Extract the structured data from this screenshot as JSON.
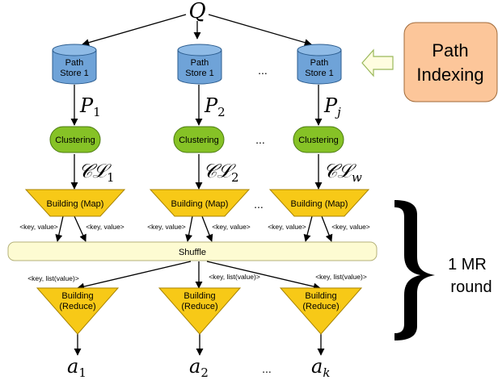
{
  "query": "Q",
  "stores": [
    {
      "line1": "Path",
      "line2": "Store 1",
      "output": "P",
      "sub": "1"
    },
    {
      "line1": "Path",
      "line2": "Store 1",
      "output": "P",
      "sub": "2"
    },
    {
      "line1": "Path",
      "line2": "Store 1",
      "output": "P",
      "sub": "j"
    }
  ],
  "path_indexing": {
    "line1": "Path",
    "line2": "Indexing"
  },
  "clustering_label": "Clustering",
  "clusters": [
    {
      "symbol": "𝒞ℒ",
      "sub": "1"
    },
    {
      "symbol": "𝒞ℒ",
      "sub": "2"
    },
    {
      "symbol": "𝒞ℒ",
      "sub": "w"
    }
  ],
  "map_label": "Building (Map)",
  "map_outputs": [
    "<key, value>",
    "<key, value>"
  ],
  "shuffle_label": "Shuffle",
  "reduce_input": "<key, list(value)>",
  "reduce_label": {
    "line1": "Building",
    "line2": "(Reduce)"
  },
  "answers": [
    {
      "symbol": "a",
      "sub": "1"
    },
    {
      "symbol": "a",
      "sub": "2"
    },
    {
      "symbol": "a",
      "sub": "k"
    }
  ],
  "ellipsis": "...",
  "round_label": {
    "line1": "1 MR",
    "line2": "round"
  },
  "colors": {
    "cylinder": "#6fa3d8",
    "cylinder_top": "#8fbbe6",
    "clustering": "#86c226",
    "building": "#f7c917",
    "shuffle": "#fdfbd2",
    "indexing": "#fcc69a",
    "arrow_fill": "#fffde0",
    "arrow_stroke": "#9ab85a"
  }
}
